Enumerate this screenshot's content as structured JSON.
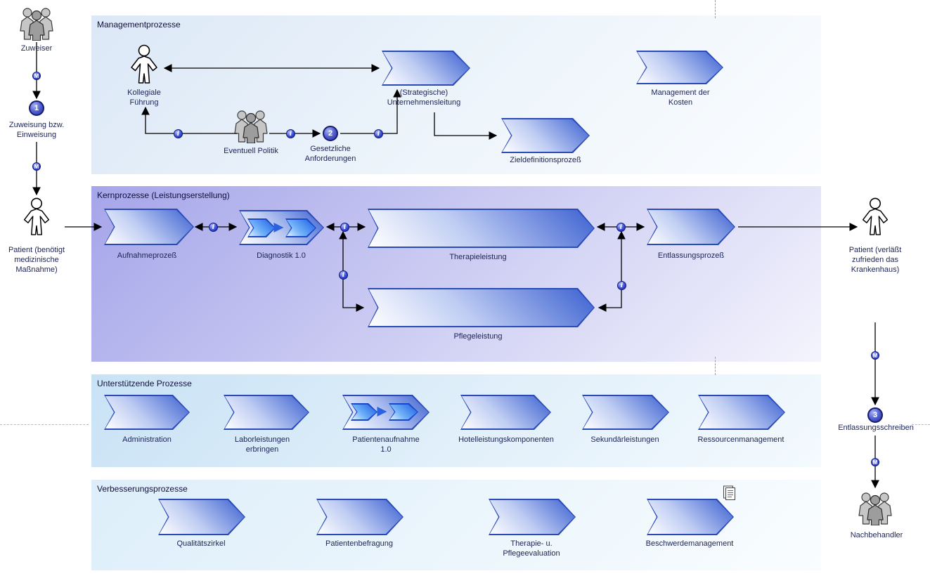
{
  "badges": {
    "m": "M",
    "i": "i"
  },
  "actors": {
    "zuweiser": {
      "label": "Zuweiser"
    },
    "patient_start": {
      "label": "Patient (benötigt medizinische Maßnahme)"
    },
    "patient_end": {
      "label": "Patient (verläßt zufrieden das Krankenhaus)"
    },
    "nachbehandler": {
      "label": "Nachbehandler"
    },
    "kollegiale_fuehrung": {
      "label": "Kollegiale Führung"
    },
    "eventuell_politik": {
      "label": "Eventuell Politik"
    }
  },
  "milestones": [
    {
      "number": "1",
      "label": "Zuweisung bzw. Einweisung"
    },
    {
      "number": "2",
      "label": "Gesetzliche Anforderungen"
    },
    {
      "number": "3",
      "label": "Entlassungsschreiben"
    }
  ],
  "bands": {
    "management": {
      "title": "Managementprozesse",
      "processes": [
        {
          "label": "(Strategische) Unternehmensleitung"
        },
        {
          "label": "Zieldefinitionsprozeß"
        },
        {
          "label": "Management der Kosten"
        }
      ]
    },
    "kern": {
      "title": "Kernprozesse (Leistungserstellung)",
      "processes": [
        {
          "label": "Aufnahmeprozeß"
        },
        {
          "label": "Diagnostik 1.0"
        },
        {
          "label": "Therapieleistung"
        },
        {
          "label": "Entlassungsprozeß"
        },
        {
          "label": "Pflegeleistung"
        }
      ]
    },
    "support": {
      "title": "Unterstützende Prozesse",
      "processes": [
        {
          "label": "Administration"
        },
        {
          "label": "Laborleistungen erbringen"
        },
        {
          "label": "Patientenaufnahme 1.0"
        },
        {
          "label": "Hotelleistungskomponenten"
        },
        {
          "label": "Sekundärleistungen"
        },
        {
          "label": "Ressourcenmanagement"
        }
      ]
    },
    "improvement": {
      "title": "Verbesserungsprozesse",
      "processes": [
        {
          "label": "Qualitätszirkel"
        },
        {
          "label": "Patientenbefragung"
        },
        {
          "label": "Therapie- u. Pflegeevaluation"
        },
        {
          "label": "Beschwerdemanagement"
        }
      ]
    }
  },
  "colors": {
    "process_border": "#2a4ab8",
    "process_fill_dark": "#3d62d1",
    "management_band": "#dce8f7",
    "kern_band": "#a5a5ea",
    "support_band": "#c8e2f5",
    "improvement_band": "#ddeefa",
    "badge_blue": "#3a4cd8",
    "subprocess_fill": "#1e5fe8"
  }
}
